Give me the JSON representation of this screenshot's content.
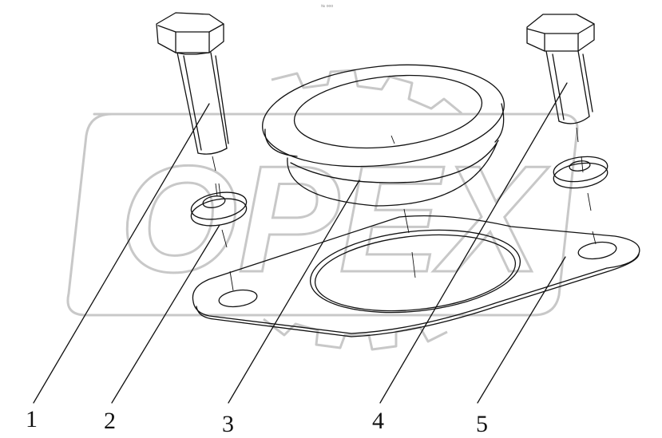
{
  "header_mark": "№ ooo",
  "watermark": "OPEX",
  "callouts": [
    {
      "number": "1"
    },
    {
      "number": "2"
    },
    {
      "number": "3"
    },
    {
      "number": "4"
    },
    {
      "number": "5"
    }
  ],
  "colors": {
    "line": "#111111",
    "watermark": "#c8c8c8",
    "background": "#ffffff"
  }
}
